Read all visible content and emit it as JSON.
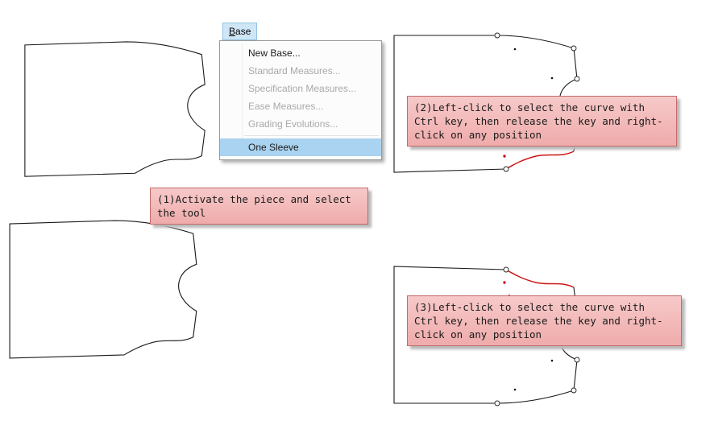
{
  "menu": {
    "title": {
      "accel": "B",
      "rest": "ase"
    },
    "items": [
      {
        "label": "New Base...",
        "state": "enabled"
      },
      {
        "label": "Standard Measures...",
        "state": "disabled"
      },
      {
        "label": "Specification Measures...",
        "state": "disabled"
      },
      {
        "label": "Ease Measures...",
        "state": "disabled"
      },
      {
        "label": "Grading Evolutions...",
        "state": "disabled"
      },
      {
        "label": "One Sleeve",
        "state": "selected"
      }
    ]
  },
  "callouts": {
    "step1": {
      "lines": [
        "(1)Activate the piece and select",
        "the tool"
      ]
    },
    "step2": {
      "lines": [
        "(2)Left-click to select the curve with",
        "Ctrl key, then release the key and right-",
        "click on any position"
      ]
    },
    "step3": {
      "lines": [
        "(3)Left-click to select the curve with",
        "Ctrl key, then release the key and right-",
        "click on any position"
      ]
    }
  },
  "colors": {
    "menu_highlight": "#a9d3f0",
    "menu_title_background": "#cfe6f7",
    "callout_background": "#f4bcbc",
    "callout_border": "#c46a6a",
    "selected_curve_red": "#cc1414",
    "outline_black": "#1a1a1a"
  }
}
